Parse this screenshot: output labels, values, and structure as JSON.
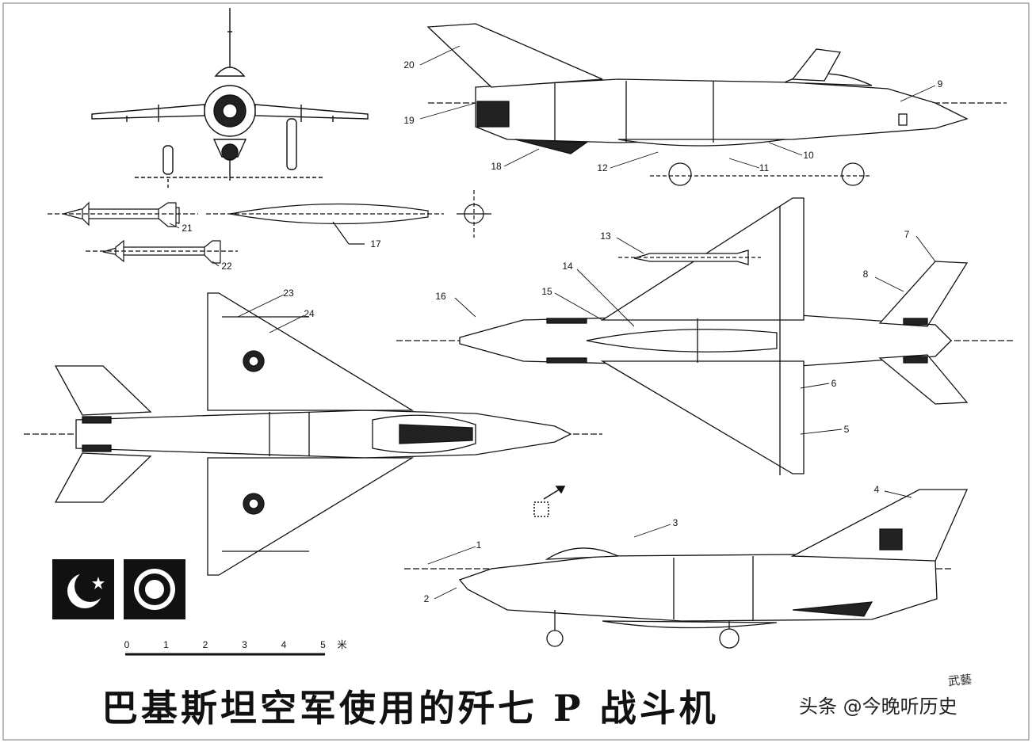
{
  "title": "巴基斯坦空军使用的歼七 P 战斗机",
  "watermark": "头条 @今晚听历史",
  "signature": "武藝",
  "callouts": [
    "1",
    "2",
    "3",
    "4",
    "5",
    "6",
    "7",
    "8",
    "9",
    "10",
    "11",
    "12",
    "13",
    "14",
    "15",
    "16",
    "17",
    "18",
    "19",
    "20",
    "21",
    "22",
    "23",
    "24"
  ],
  "scale": {
    "ticks": [
      "0",
      "1",
      "2",
      "3",
      "4",
      "5"
    ],
    "unit": "米"
  },
  "colors": {
    "ink": "#111111",
    "paper": "#ffffff"
  },
  "icons": [
    "pakistan-flag-icon",
    "roundel-icon",
    "compass-arrow-icon"
  ]
}
